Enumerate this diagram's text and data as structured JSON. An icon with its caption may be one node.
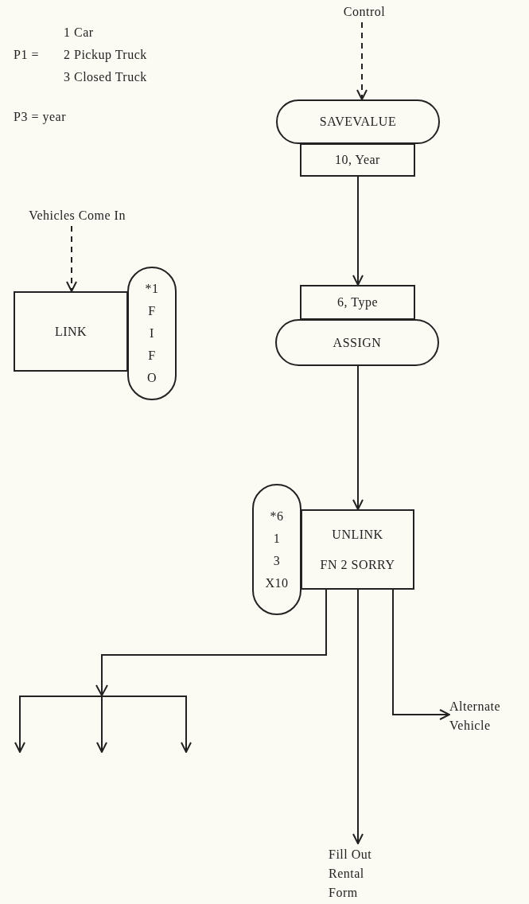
{
  "diagram": {
    "nodes": [
      {
        "text": [
          "Control"
        ]
      },
      {
        "text": [
          "SAVEVALUE"
        ]
      },
      {
        "text": [
          "10, Year"
        ]
      },
      {
        "text": [
          "6, Type"
        ]
      },
      {
        "text": [
          "ASSIGN"
        ]
      },
      {
        "text": [
          "Vehicles Come In"
        ]
      },
      {
        "text": [
          "LINK"
        ]
      },
      {
        "text": [
          "*1 F I F O"
        ]
      },
      {
        "text": [
          "UNLINK",
          "FN 2 SORRY"
        ]
      },
      {
        "text": [
          "*6 1 3 X10"
        ]
      },
      {
        "text": [
          "Alternate Vehicle"
        ]
      },
      {
        "text": [
          "Fill Out Rental Form"
        ]
      }
    ],
    "edges": [
      {
        "from": 0,
        "to": 1,
        "arrow": "to",
        "style": "dashed"
      },
      {
        "from": 2,
        "to": 3,
        "arrow": "to"
      },
      {
        "from": 5,
        "to": 6,
        "arrow": "to",
        "style": "dashed"
      },
      {
        "from": 4,
        "to": 8,
        "arrow": "to"
      },
      {
        "from": 8,
        "to": 11,
        "arrow": "to"
      },
      {
        "from": 8,
        "to": 10,
        "arrow": "to"
      },
      {
        "from": 8,
        "to": null,
        "arrow": "to"
      },
      {
        "from": 8,
        "to": null,
        "arrow": "to"
      },
      {
        "from": 8,
        "to": null,
        "arrow": "to"
      }
    ],
    "labels": [
      "1 Car",
      "P1 =",
      "2 Pickup Truck",
      "3 Closed Truck",
      "P3 = year"
    ]
  }
}
